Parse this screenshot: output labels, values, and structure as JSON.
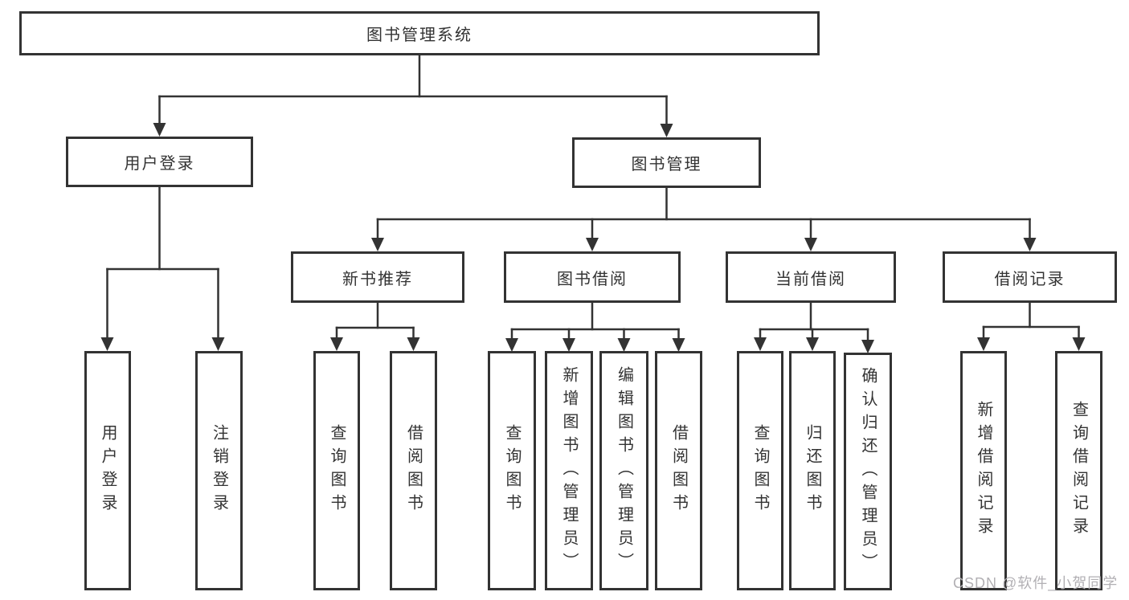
{
  "tree": {
    "root": {
      "label": "图书管理系统",
      "children": [
        {
          "label": "用户登录",
          "children": [
            {
              "label": "用户登录"
            },
            {
              "label": "注销登录"
            }
          ]
        },
        {
          "label": "图书管理",
          "children": [
            {
              "label": "新书推荐",
              "children": [
                {
                  "label": "查询图书"
                },
                {
                  "label": "借阅图书"
                }
              ]
            },
            {
              "label": "图书借阅",
              "children": [
                {
                  "label": "查询图书"
                },
                {
                  "label": "新增图书（管理员）"
                },
                {
                  "label": "编辑图书（管理员）"
                },
                {
                  "label": "借阅图书"
                }
              ]
            },
            {
              "label": "当前借阅",
              "children": [
                {
                  "label": "查询图书"
                },
                {
                  "label": "归还图书"
                },
                {
                  "label": "确认归还（管理员）"
                }
              ]
            },
            {
              "label": "借阅记录",
              "children": [
                {
                  "label": "新增借阅记录"
                },
                {
                  "label": "查询借阅记录"
                }
              ]
            }
          ]
        }
      ]
    }
  },
  "watermark": {
    "text": "CSDN @软件_小贺同学",
    "color": "#b2b0b4"
  },
  "colors": {
    "line": "#333333",
    "border": "#333333",
    "text": "#333333",
    "background": "#ffffff"
  }
}
